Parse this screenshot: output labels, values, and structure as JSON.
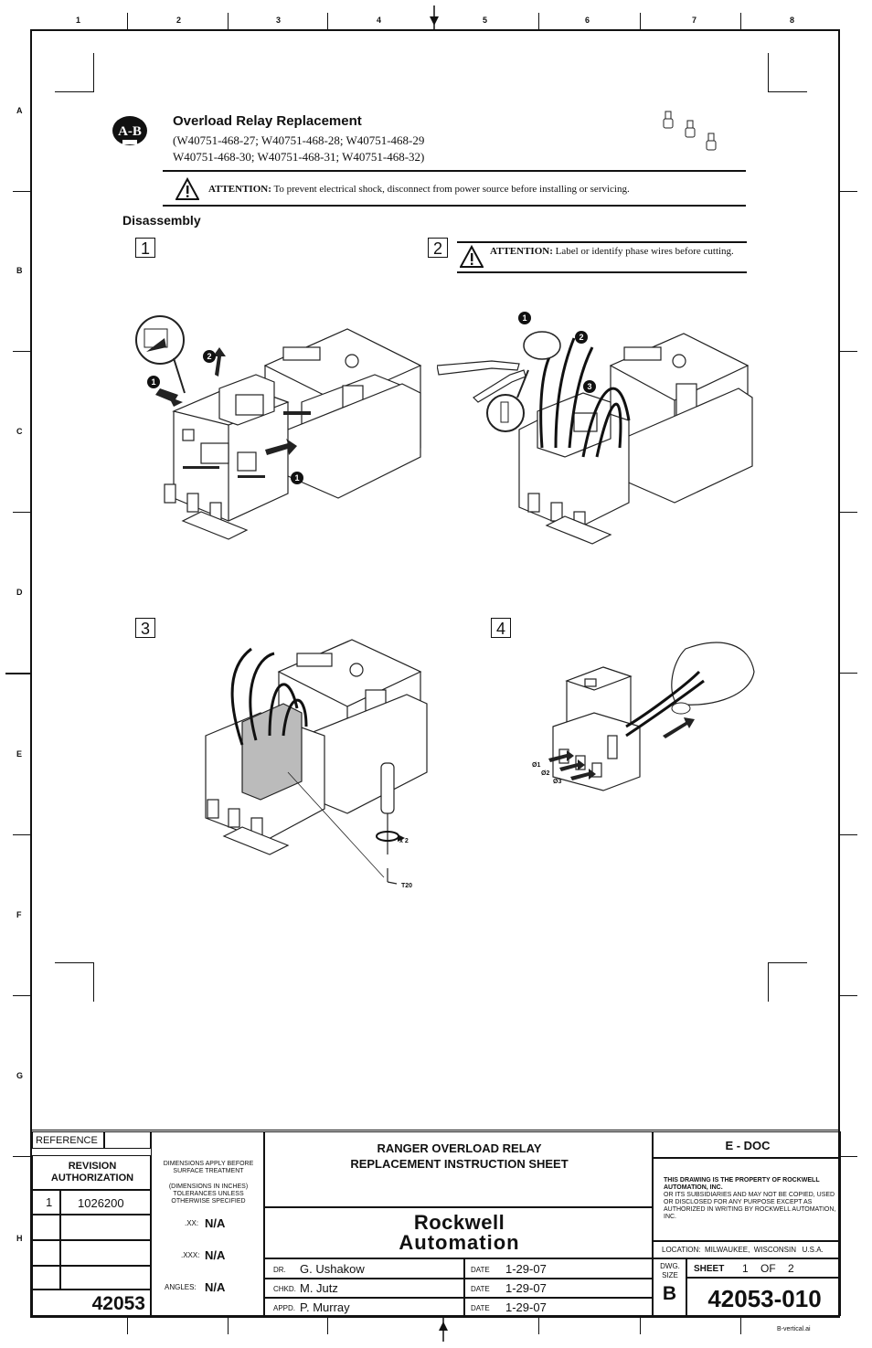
{
  "zones": {
    "columns": [
      "1",
      "2",
      "3",
      "4",
      "5",
      "6",
      "7",
      "8"
    ],
    "rows": [
      "A",
      "B",
      "C",
      "D",
      "E",
      "F",
      "G",
      "H"
    ]
  },
  "header": {
    "title": "Overload Relay Replacement",
    "part_line_1": "(W40751-468-27; W40751-468-28; W40751-468-29",
    "part_line_2": "W40751-468-30; W40751-468-31; W40751-468-32)"
  },
  "attention_main": {
    "label": "ATTENTION:",
    "text": "To prevent electrical shock, disconnect from power source before  installing  or  servicing."
  },
  "section": {
    "title": "Disassembly"
  },
  "steps": {
    "s1": "1",
    "s2": "2",
    "s3": "3",
    "s4": "4"
  },
  "attention_step2": {
    "label": "ATTENTION:",
    "text": "Label or identify phase wires before cutting."
  },
  "callouts": {
    "c1": "1",
    "c2": "2",
    "c3": "3",
    "x2": "x 2",
    "t20": "T20",
    "phase1": "Ø1",
    "phase2": "Ø2",
    "phase3": "Ø3"
  },
  "title_block": {
    "reference": "REFERENCE",
    "revision_authorization": "REVISION AUTHORIZATION",
    "rev_number": "1",
    "rev_value": "1026200",
    "dims_note_1": "DIMENSIONS APPLY BEFORE SURFACE TREATMENT",
    "dims_note_2": "(DIMENSIONS IN INCHES) TOLERANCES UNLESS OTHERWISE SPECIFIED",
    "xx_label": ".XX:",
    "xx_value": "N/A",
    "xxx_label": ".XXX:",
    "xxx_value": "N/A",
    "angles_label": "ANGLES:",
    "angles_value": "N/A",
    "part_short": "42053",
    "doc_title_1": "RANGER OVERLOAD RELAY",
    "doc_title_2": "REPLACEMENT INSTRUCTION SHEET",
    "company_1": "Rockwell",
    "company_2": "Automation",
    "dr_label": "DR.",
    "dr_name": "G. Ushakow",
    "chkd_label": "CHKD.",
    "chkd_name": "M. Jutz",
    "appd_label": "APPD.",
    "appd_name": "P. Murray",
    "date_label": "DATE",
    "date_1": "1-29-07",
    "date_2": "1-29-07",
    "date_3": "1-29-07",
    "edoc": "E - DOC",
    "property_1": "THIS DRAWING IS THE PROPERTY OF ROCKWELL AUTOMATION, INC.",
    "property_2": "OR ITS SUBSIDIARIES AND MAY NOT BE COPIED, USED OR DISCLOSED FOR ANY PURPOSE EXCEPT AS AUTHORIZED IN WRITING BY ROCKWELL AUTOMATION, INC.",
    "location": "LOCATION:  MILWAUKEE,  WISCONSIN   U.S.A.",
    "dwg_size_label": "DWG. SIZE",
    "dwg_size": "B",
    "sheet_label": "SHEET",
    "sheet_num": "1",
    "sheet_of": "OF",
    "sheet_total": "2",
    "drawing_number": "42053-010"
  },
  "file_name": "B-vertical.ai"
}
